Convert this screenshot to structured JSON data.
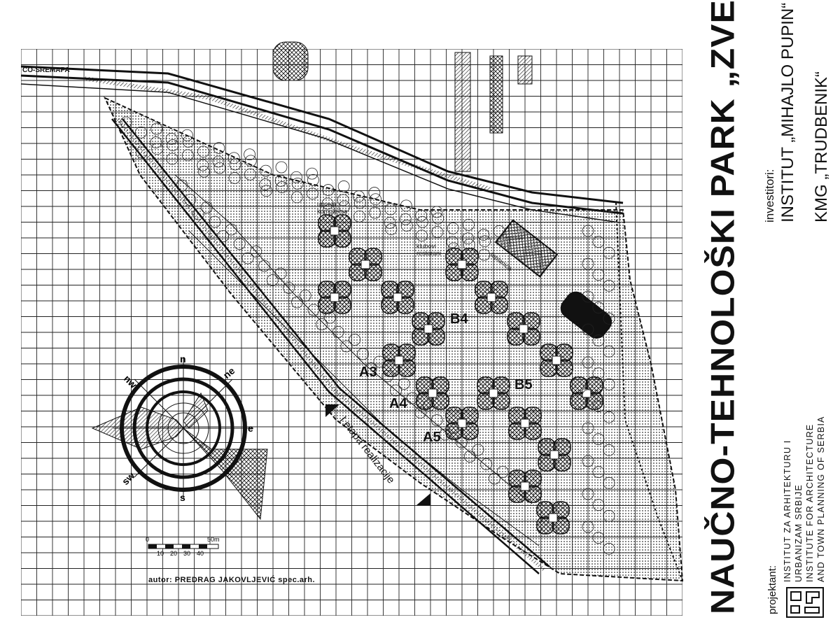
{
  "title": "NAUČNO-TEHNOLOŠKI PARK „ZVEZDARA“",
  "investors": {
    "label": "investitori:",
    "items": [
      "INSTITUT „MIHAJLO PUPIN“",
      "KMG „TRUDBENIK“"
    ]
  },
  "designer": {
    "label": "projektant:",
    "lines": [
      "INSTITUT ZA ARHITEKTURU I",
      "URBANIZAM SRBIJE",
      "INSTITUTE FOR ARCHITECTURE",
      "AND TOWN PLANNING OF SERBIA"
    ]
  },
  "author": "autor: PREDRAG JAKOVLJEVIĆ spec.arh.",
  "road_label": "CO-SREMAPA",
  "phase_label": "I etapa realizacije",
  "building_labels": {
    "upravni": [
      "uprava",
      "kompleksa"
    ],
    "klubovi": [
      "klubovi",
      "restorani"
    ],
    "toplana": "toplanica",
    "A3": "A3",
    "A4": "A4",
    "A5": "A5",
    "B4": "B4",
    "B5": "B5"
  },
  "wind_rose": {
    "labels": {
      "n": "n",
      "ne": "ne",
      "e": "e",
      "s": "s",
      "sw": "sw",
      "nw": "nw"
    }
  },
  "scale_bar": {
    "top_labels": [
      "0",
      "50m"
    ],
    "bottom_labels": [
      "10",
      "20",
      "30",
      "40"
    ]
  },
  "colors": {
    "ink": "#111111",
    "paper": "#ffffff",
    "tint": "#b8b8b8"
  }
}
